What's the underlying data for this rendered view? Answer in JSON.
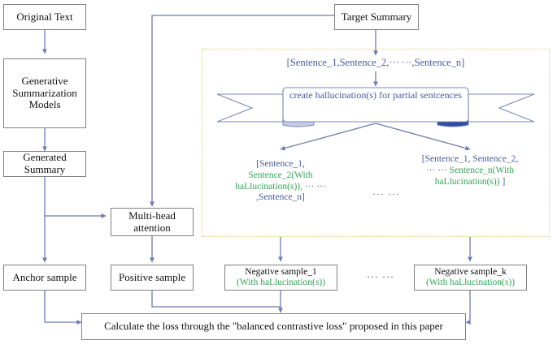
{
  "diagram": {
    "title": "Balanced contrastive learning with hallucinated negative samples",
    "colors": {
      "arrow": "#6E7BB0",
      "box_border": "#808080",
      "blue_text": "#4A5A9B",
      "green_text": "#33A357",
      "dotted_region": "#D8CE7A",
      "ribbon_stroke": "#7A87BE",
      "ribbon_fold_light": "#C6CCE8",
      "ribbon_fold_dark": "#2E4FA0"
    }
  },
  "boxes": {
    "original_text": {
      "label": "Original Text"
    },
    "generative_models": {
      "line1": "Generative",
      "line2": "Summarization",
      "line3": "Models"
    },
    "generated_summary": {
      "line1": "Generated",
      "line2": "Summary"
    },
    "anchor_sample": {
      "label": "Anchor sample"
    },
    "multi_head_attention": {
      "line1": "Multi-head",
      "line2": "attention"
    },
    "positive_sample": {
      "label": "Positive sample"
    },
    "target_summary": {
      "label": "Target Summary"
    },
    "negative_sample_1": {
      "line1": "Negative sample_1",
      "line2": "(With  haLlucination(s))"
    },
    "negative_sample_k": {
      "line1": "Negative sample_k",
      "line2": "(With  haLlucination(s))"
    },
    "loss": {
      "label": "Calculate the loss through the \"balanced contrastive loss\" proposed in this paper"
    }
  },
  "ribbon": {
    "line1": "create hallucination(s) for partial",
    "line2": "sentcences"
  },
  "texts": {
    "sentence_list": "[Sentence_1,Sentence_2,··· ···,Sentence_n]",
    "left_branch": {
      "l1": "[Sentence_1,",
      "l2": "Sentence_2(With",
      "l3": "haLlucination(s)),",
      "l4": "··· ···",
      "l5": ",Sentence_n]"
    },
    "right_branch": {
      "l1": "[Sentence_1,",
      "l2": "Sentence_2,",
      "l3": "··· ···",
      "l4": "Sentence_n(With",
      "l5": "haLlucination(s))",
      "l6": "]"
    },
    "ellipsis_middle_top": "··· ···",
    "ellipsis_middle_bottom": "···  ···"
  }
}
